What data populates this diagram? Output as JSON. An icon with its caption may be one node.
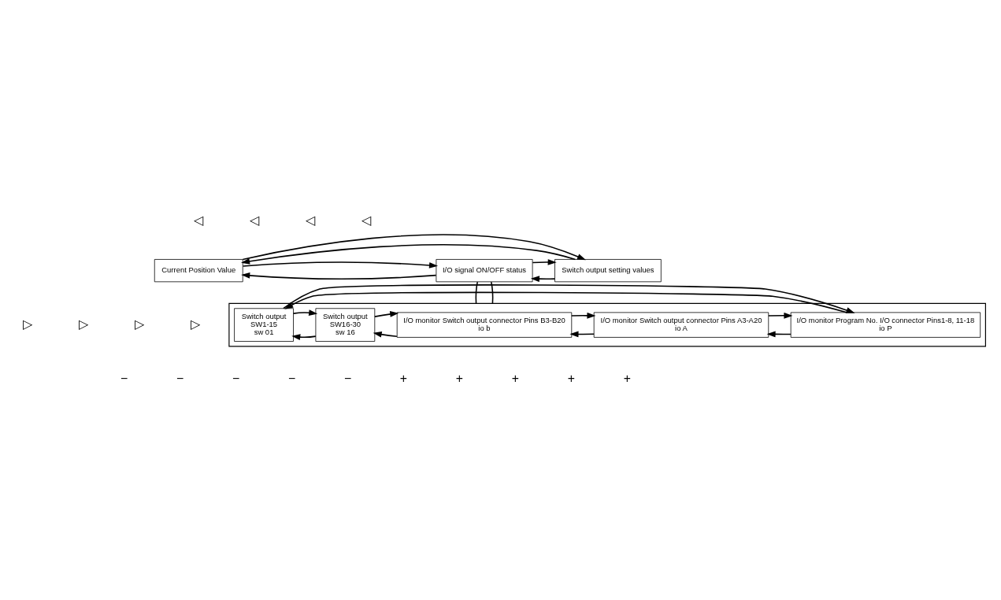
{
  "diagram": {
    "nodes": [
      {
        "text": [
          "Current Position Value"
        ]
      },
      {
        "text": [
          "I/O signal ON/OFF status"
        ]
      },
      {
        "text": [
          "Switch output setting values"
        ]
      },
      {
        "text": [],
        "shape": "box"
      },
      {
        "text": [
          "Switch output",
          "SW1-15",
          "sw 01"
        ],
        "in": 3
      },
      {
        "text": [
          "Switch output",
          "SW16-30",
          "sw 16"
        ],
        "in": 3
      },
      {
        "text": [
          "I/O monitor Switch output connector Pins B3-B20",
          "io b"
        ],
        "in": 3
      },
      {
        "text": [
          "I/O monitor Switch output connector Pins A3-A20",
          "io A"
        ],
        "in": 3
      },
      {
        "text": [
          "I/O monitor Program No. I/O connector Pins1-8, 11-18",
          "io P"
        ],
        "in": 3
      }
    ],
    "edges": [
      {
        "from": 1,
        "to": 0,
        "arrow": "to"
      },
      {
        "from": 0,
        "to": 1,
        "arrow": "to"
      },
      {
        "from": 2,
        "to": 1,
        "arrow": "to"
      },
      {
        "from": 1,
        "to": 2,
        "arrow": "to"
      },
      {
        "from": 2,
        "to": 0,
        "arrow": "to"
      },
      {
        "from": 0,
        "to": 2,
        "arrow": "to"
      },
      {
        "from": 1,
        "to": 3,
        "arrow": "none"
      },
      {
        "from": 1,
        "to": 3,
        "arrow": "none"
      },
      {
        "from": 5,
        "to": 4,
        "arrow": "to"
      },
      {
        "from": 4,
        "to": 5,
        "arrow": "to"
      },
      {
        "from": 6,
        "to": 5,
        "arrow": "to"
      },
      {
        "from": 5,
        "to": 6,
        "arrow": "to"
      },
      {
        "from": 7,
        "to": 6,
        "arrow": "to"
      },
      {
        "from": 6,
        "to": 7,
        "arrow": "to"
      },
      {
        "from": 8,
        "to": 7,
        "arrow": "to"
      },
      {
        "from": 7,
        "to": 8,
        "arrow": "to"
      },
      {
        "from": 8,
        "to": 4,
        "arrow": "to"
      },
      {
        "from": 4,
        "to": 8,
        "arrow": "to"
      }
    ],
    "labels": [
      "◁",
      "◁",
      "◁",
      "◁",
      "▷",
      "▷",
      "▷",
      "▷",
      "−",
      "−",
      "−",
      "−",
      "−",
      "+",
      "+",
      "+",
      "+",
      "+"
    ]
  }
}
